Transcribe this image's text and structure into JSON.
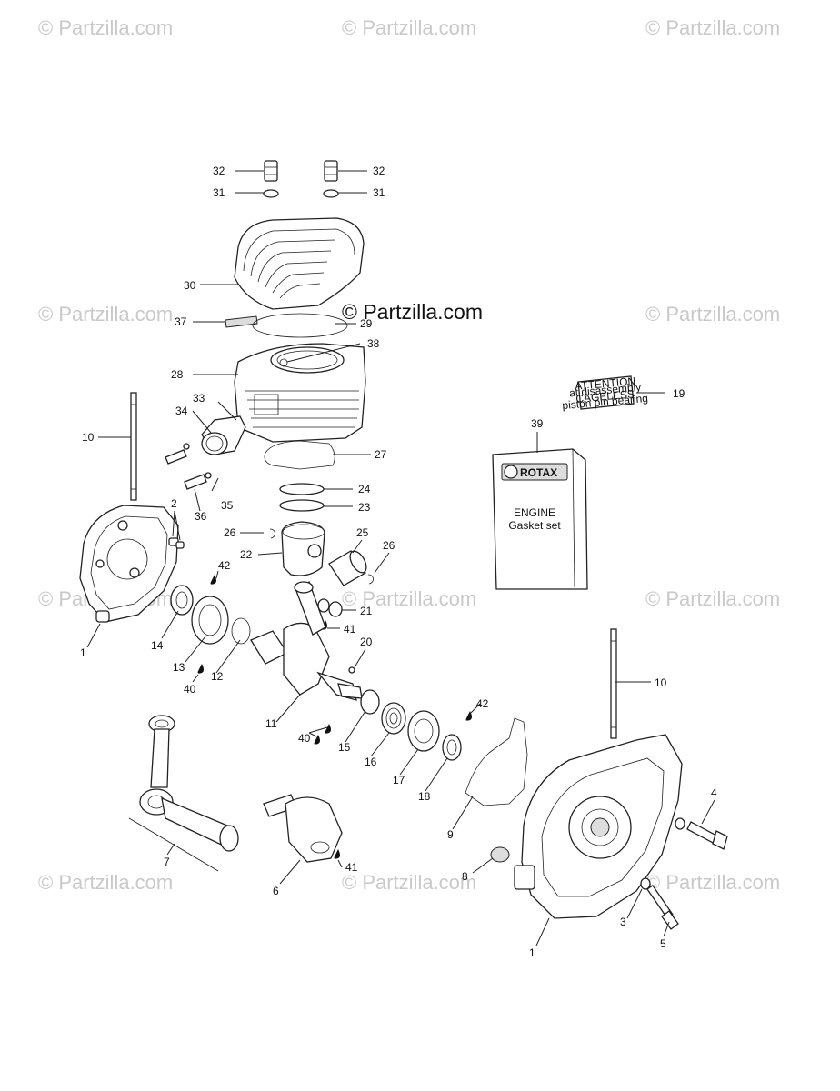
{
  "watermark": "© Partzilla.com",
  "brand_label": "© Partzilla.com",
  "decal_attention": {
    "line1": "ATTENTION",
    "line2": "at disassembly",
    "line3": "CAGELESS",
    "line4": "piston pin bearing"
  },
  "gasket_book": {
    "brand": "ROTAX",
    "title": "ENGINE",
    "subtitle": "Gasket set"
  },
  "callouts": [
    "32",
    "31",
    "32",
    "31",
    "30",
    "37",
    "29",
    "38",
    "28",
    "33",
    "34",
    "19",
    "39",
    "10",
    "27",
    "24",
    "2",
    "35",
    "23",
    "36",
    "26",
    "25",
    "26",
    "22",
    "42",
    "21",
    "41",
    "20",
    "14",
    "13",
    "12",
    "40",
    "1",
    "10",
    "42",
    "11",
    "40",
    "15",
    "16",
    "17",
    "18",
    "9",
    "4",
    "7",
    "41",
    "8",
    "3",
    "6",
    "5",
    "1"
  ]
}
